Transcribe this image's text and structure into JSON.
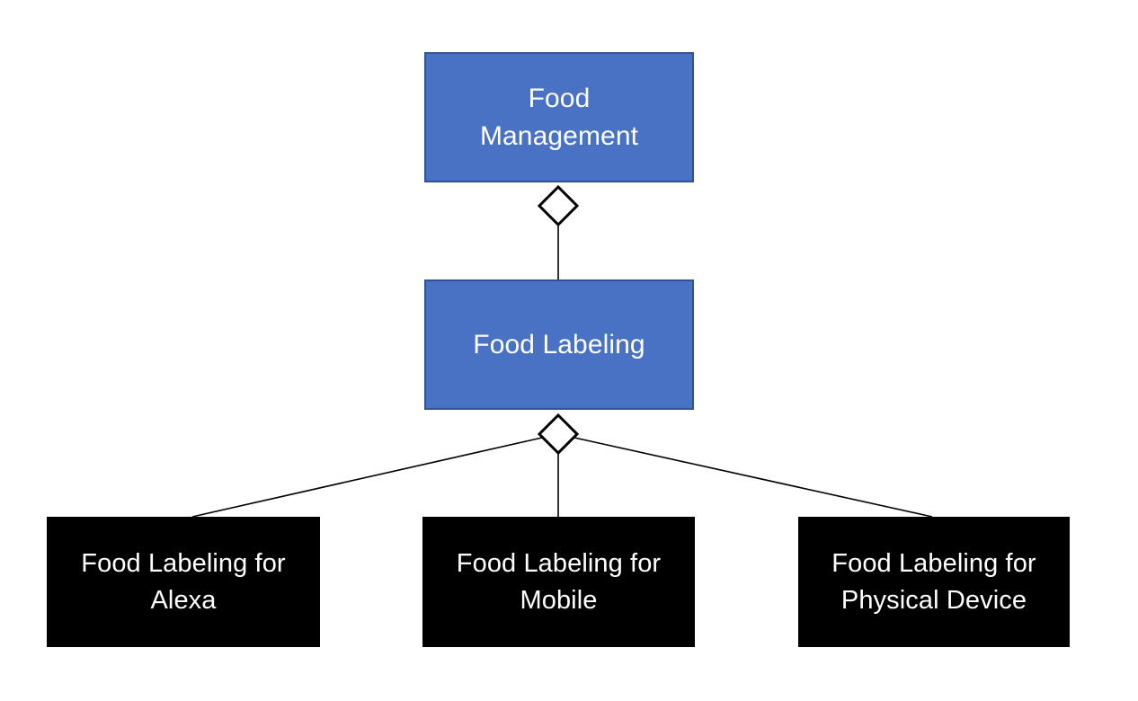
{
  "diagram": {
    "type": "hierarchy-composition-tree",
    "background_color": "#FFFFFF",
    "palette": {
      "blue_fill": "#4A72C4",
      "blue_border": "#2F5496",
      "black_fill": "#000000",
      "edge_stroke": "#000000",
      "node_text": "#FFFFFF"
    },
    "nodes": {
      "root": {
        "label": "Food\nManagement",
        "style": "blue"
      },
      "mid": {
        "label": "Food Labeling",
        "style": "blue"
      },
      "leaves": [
        {
          "label": "Food Labeling for\nAlexa",
          "style": "black"
        },
        {
          "label": "Food Labeling for\nMobile",
          "style": "black"
        },
        {
          "label": "Food Labeling for\nPhysical Device",
          "style": "black"
        }
      ]
    },
    "connectors": [
      {
        "name": "root-to-mid",
        "marker": "open-diamond",
        "from": "root",
        "to": "mid"
      },
      {
        "name": "mid-to-alexa",
        "marker": "open-diamond",
        "from": "mid",
        "to": "leaf-0"
      },
      {
        "name": "mid-to-mobile",
        "marker": "open-diamond",
        "from": "mid",
        "to": "leaf-1"
      },
      {
        "name": "mid-to-physical-device",
        "marker": "open-diamond",
        "from": "mid",
        "to": "leaf-2"
      }
    ]
  }
}
